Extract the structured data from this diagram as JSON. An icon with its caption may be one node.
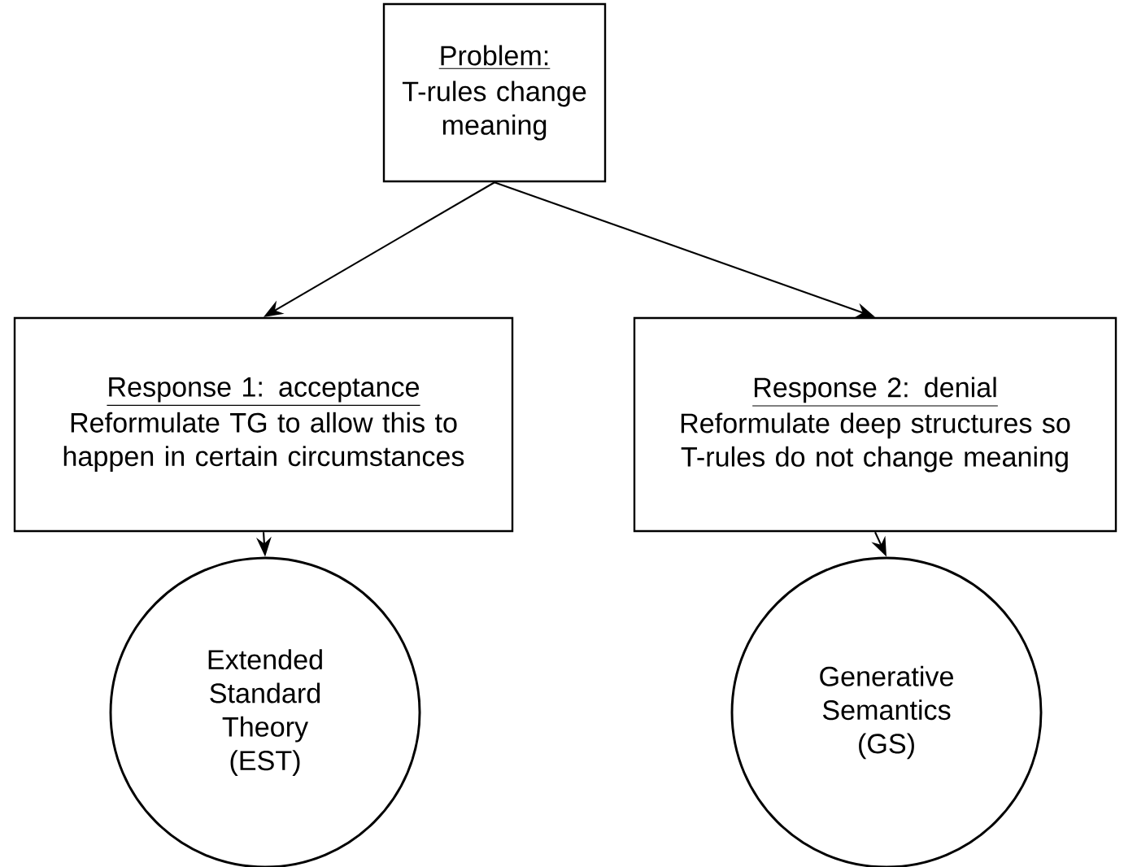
{
  "diagram": {
    "nodes": [
      {
        "text": [
          "Problem:",
          "T-rules change meaning"
        ]
      },
      {
        "text": [
          "Response 1: acceptance",
          "Reformulate TG to allow this to happen in certain circumstances"
        ]
      },
      {
        "text": [
          "Response 2: denial",
          "Reformulate deep structures so T-rules do not change meaning"
        ]
      },
      {
        "text": [
          "Extended Standard Theory (EST)"
        ]
      },
      {
        "text": [
          "Generative Semantics (GS)"
        ]
      }
    ],
    "edges": [
      {
        "from": 0,
        "to": 1,
        "arrow": "to"
      },
      {
        "from": 0,
        "to": 2,
        "arrow": "to"
      },
      {
        "from": 1,
        "to": 3,
        "arrow": "to"
      },
      {
        "from": 2,
        "to": 4,
        "arrow": "to"
      }
    ]
  }
}
